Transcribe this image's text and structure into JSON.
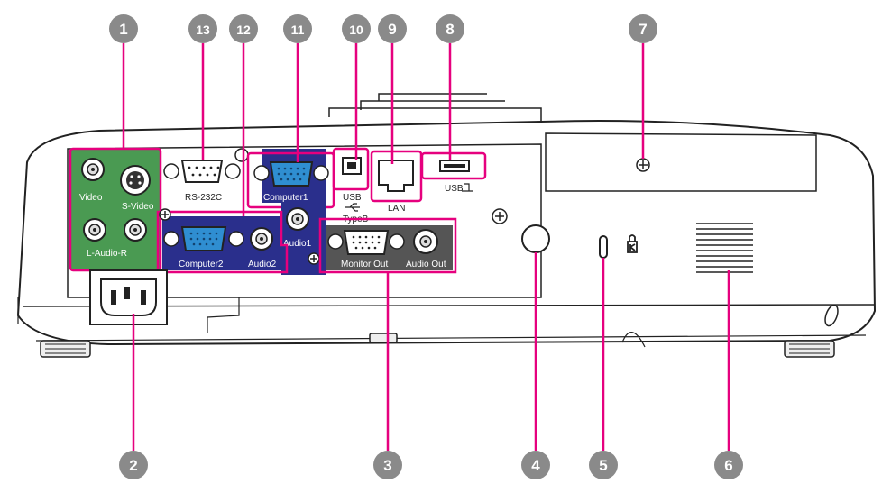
{
  "colors": {
    "callout_line": "#e6007e",
    "callout_circle": "#8a8a8a",
    "green_panel": "#4a9a52",
    "blue_panel": "#2a2f8c",
    "body_outline": "#222222"
  },
  "callouts": [
    {
      "number": "1",
      "target": "video-audio-input-group"
    },
    {
      "number": "2",
      "target": "power-inlet"
    },
    {
      "number": "3",
      "target": "monitor-out-audio-out-group"
    },
    {
      "number": "4",
      "target": "remote-receiver"
    },
    {
      "number": "5",
      "target": "security-slot"
    },
    {
      "number": "6",
      "target": "air-vent"
    },
    {
      "number": "7",
      "target": "lamp-cover-screw"
    },
    {
      "number": "8",
      "target": "usb-type-a-port"
    },
    {
      "number": "9",
      "target": "lan-port"
    },
    {
      "number": "10",
      "target": "usb-type-b-port"
    },
    {
      "number": "11",
      "target": "computer1-group"
    },
    {
      "number": "12",
      "target": "computer2-group"
    },
    {
      "number": "13",
      "target": "rs232c-port"
    }
  ],
  "port_labels": {
    "video": "Video",
    "s_video": "S-Video",
    "l_audio_r": "L-Audio-R",
    "rs232c": "RS-232C",
    "computer1": "Computer1",
    "audio1": "Audio1",
    "computer2": "Computer2",
    "audio2": "Audio2",
    "usb_b": "USB",
    "usb_b_type": "TypeB",
    "lan": "LAN",
    "usb_a": "USB",
    "monitor_out": "Monitor Out",
    "audio_out": "Audio Out"
  },
  "icons": {
    "security": "kensington-lock-icon",
    "usb_symbol": "usb-trident-icon",
    "usb_a_symbol": "usb-drive-icon",
    "screw": "screw-icon"
  }
}
